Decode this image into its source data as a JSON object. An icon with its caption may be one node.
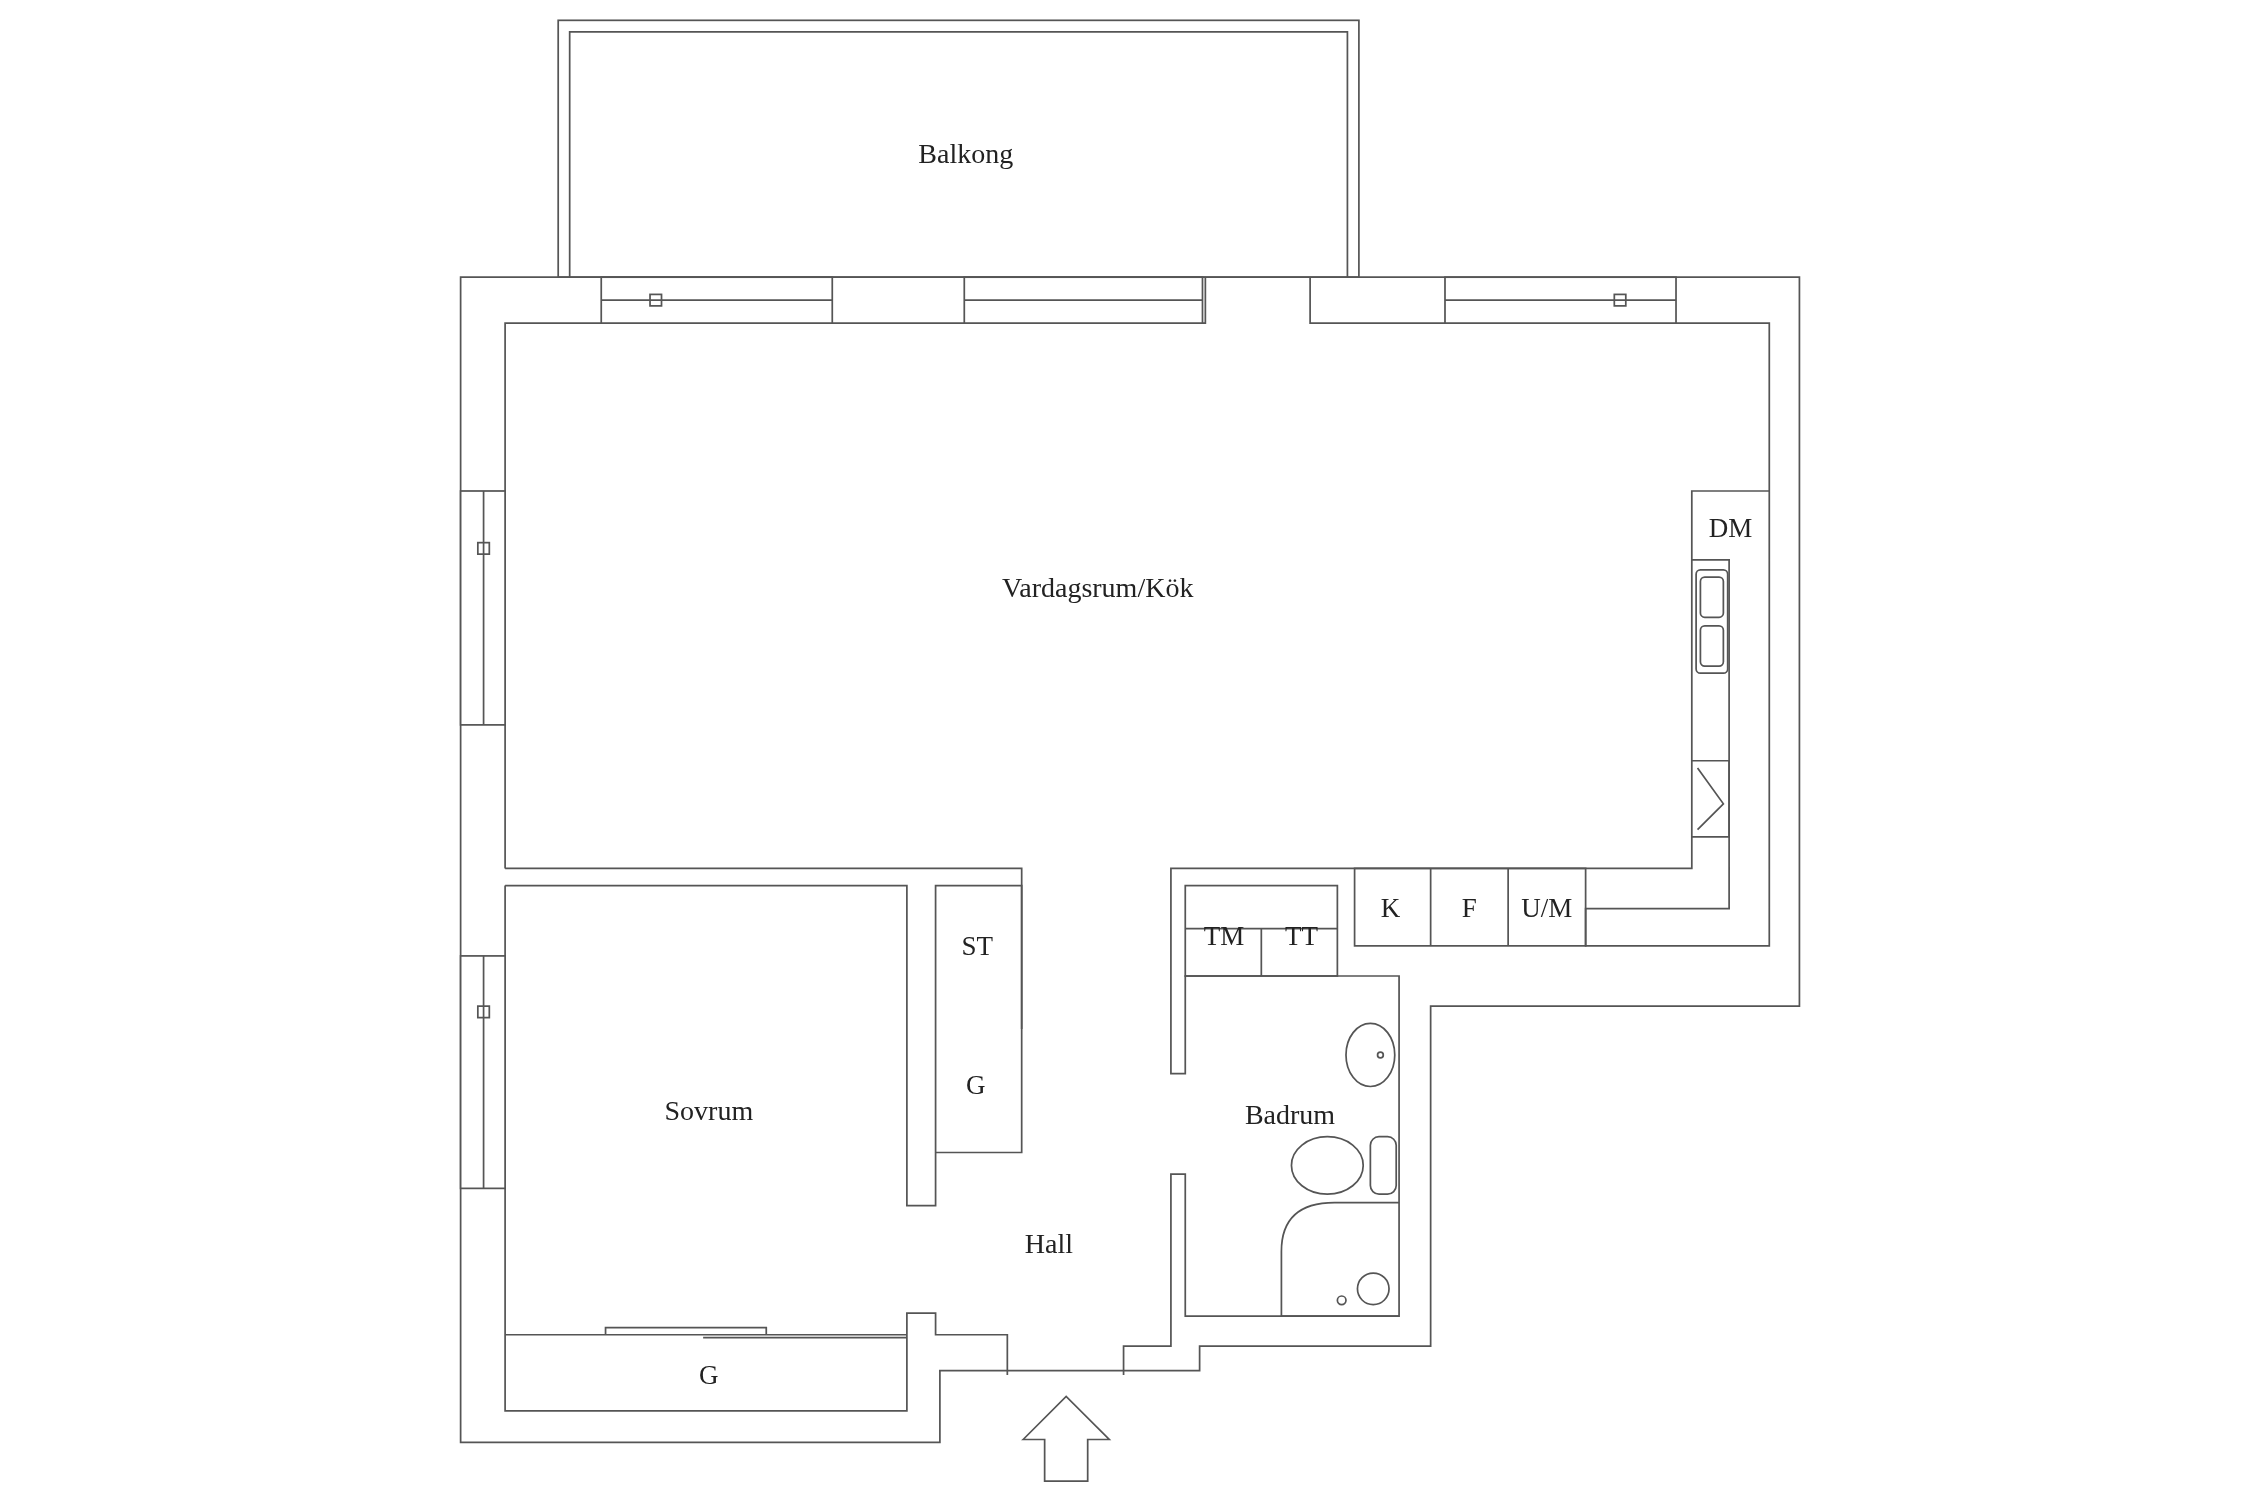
{
  "diagram": {
    "labels": [
      "Balkong",
      "Vardagsrum/Kök",
      "DM",
      "ST",
      "K",
      "F",
      "U/M",
      "TM",
      "TT",
      "G",
      "Sovrum",
      "Badrum",
      "Hall",
      "G"
    ]
  }
}
